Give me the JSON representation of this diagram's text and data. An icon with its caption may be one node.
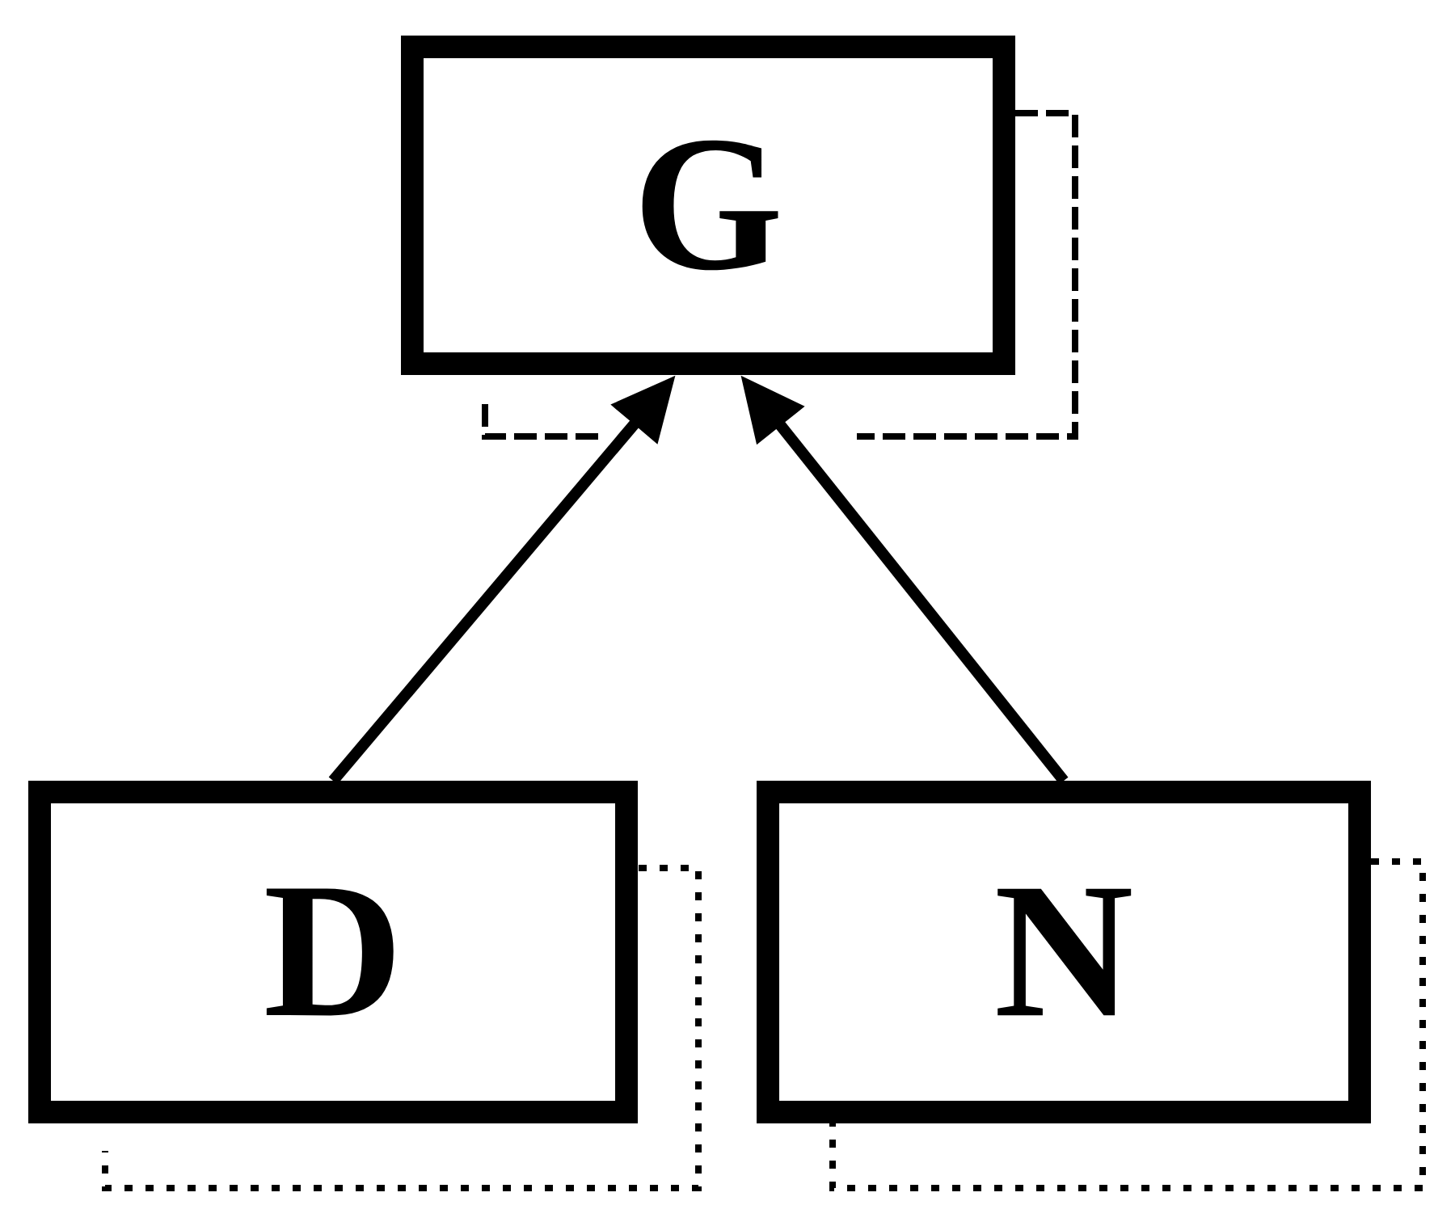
{
  "diagram": {
    "nodes": [
      {
        "text": [
          "G"
        ]
      },
      {
        "text": [
          "D"
        ]
      },
      {
        "text": [
          "N"
        ]
      }
    ],
    "edges": [
      {
        "from": 1,
        "to": 0,
        "arrow": "to"
      },
      {
        "from": 2,
        "to": 0,
        "arrow": "to"
      }
    ]
  }
}
